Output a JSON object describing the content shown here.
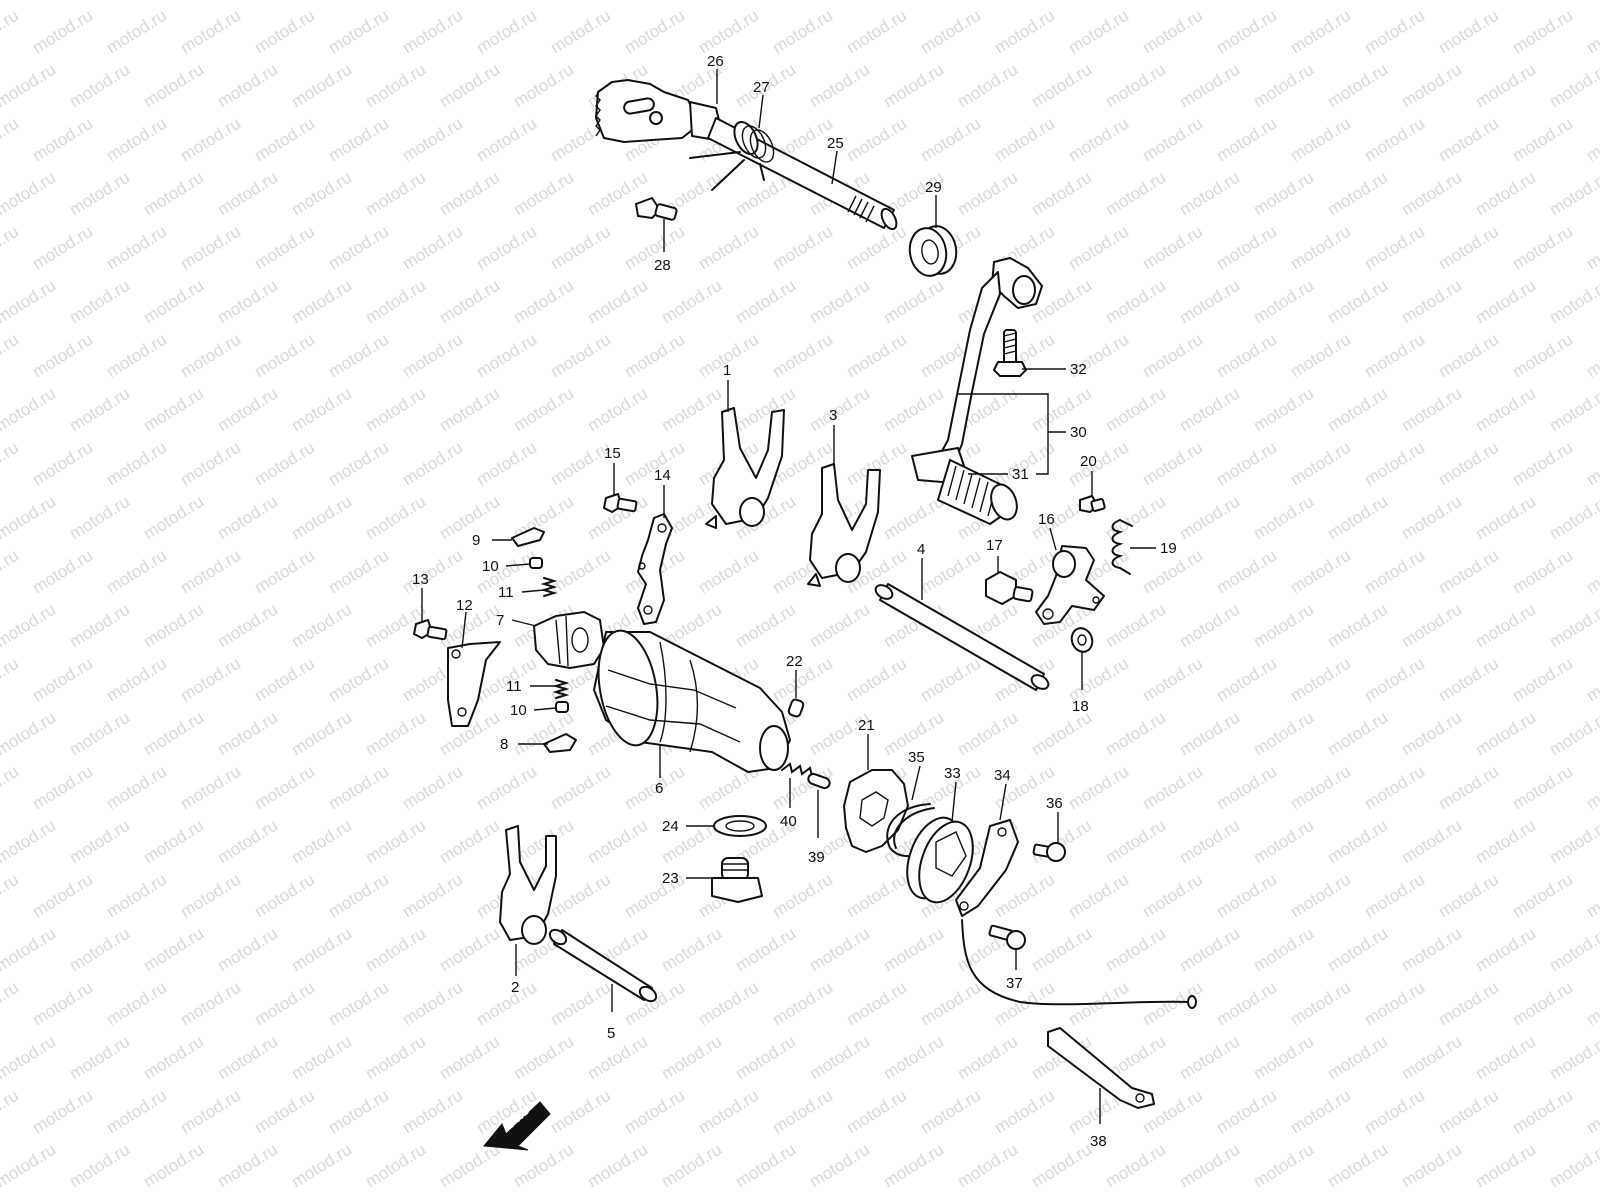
{
  "watermark": "motod.ru",
  "direction_label": "FWD",
  "callouts": [
    "26",
    "27",
    "25",
    "28",
    "29",
    "32",
    "30",
    "31",
    "20",
    "19",
    "16",
    "17",
    "18",
    "4",
    "1",
    "3",
    "15",
    "14",
    "9",
    "10",
    "11",
    "13",
    "12",
    "7",
    "11",
    "10",
    "8",
    "6",
    "22",
    "21",
    "35",
    "33",
    "34",
    "36",
    "40",
    "39",
    "24",
    "23",
    "2",
    "5",
    "37",
    "38"
  ]
}
